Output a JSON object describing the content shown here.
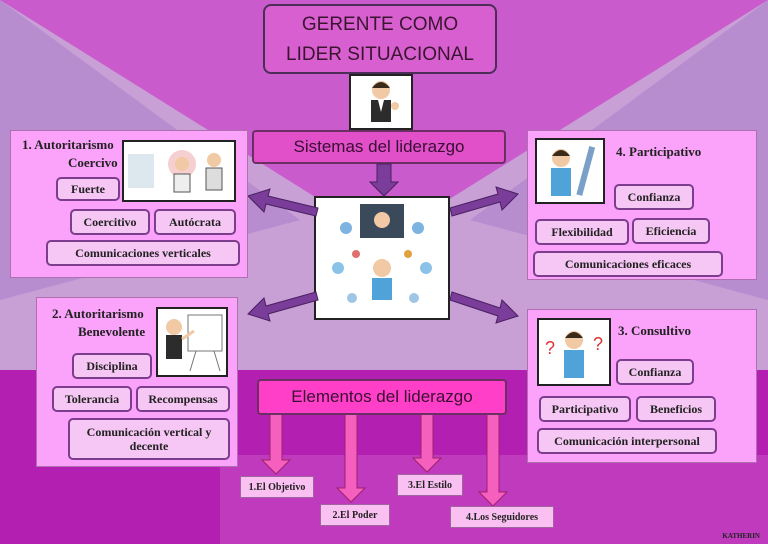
{
  "title": {
    "line1": "GERENTE COMO",
    "line2": "LIDER SITUACIONAL"
  },
  "sistemas": "Sistemas del liderazgo",
  "elementos_title": "Elementos del liderazgo",
  "panels": {
    "p1": {
      "title1": "1. Autoritarismo",
      "title2": "Coercivo",
      "items": [
        "Fuerte",
        "Coercitivo",
        "Autócrata",
        "Comunicaciones verticales"
      ]
    },
    "p2": {
      "title1": "2. Autoritarismo",
      "title2": "Benevolente",
      "items": [
        "Disciplina",
        "Tolerancia",
        "Recompensas",
        "Comunicación vertical y",
        "decente"
      ]
    },
    "p3": {
      "title": "3. Consultivo",
      "items": [
        "Confianza",
        "Participativo",
        "Beneficios",
        "Comunicación interpersonal"
      ]
    },
    "p4": {
      "title": "4. Participativo",
      "items": [
        "Confianza",
        "Flexibilidad",
        "Eficiencia",
        "Comunicaciones eficaces"
      ]
    }
  },
  "elements": [
    "1.El Objetivo",
    "2.El Poder",
    "3.El Estilo",
    "4.Los Seguidores"
  ],
  "signature": "KATHERIN",
  "colors": {
    "accent": "#e14fc9",
    "arrow": "#7b3d9a",
    "panel": "#fba2fb",
    "lower_band": "#b31fb0"
  }
}
